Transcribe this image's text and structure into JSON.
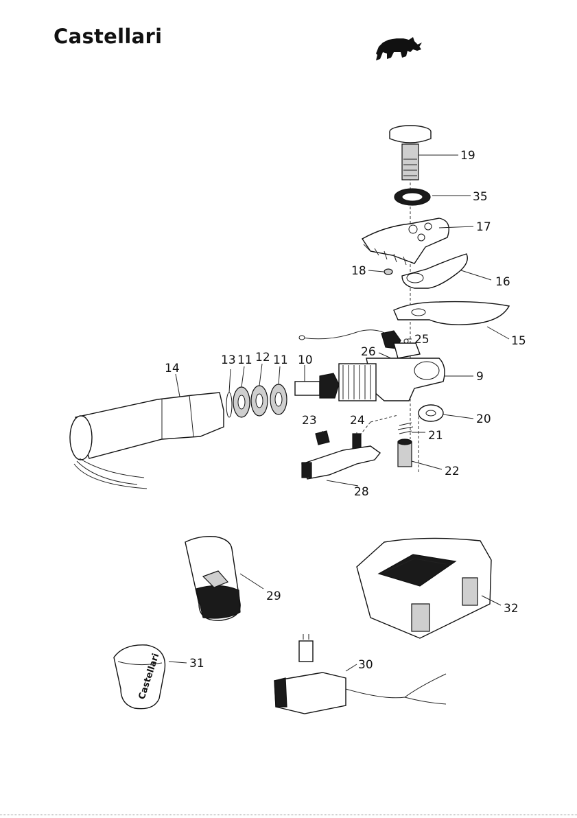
{
  "brand": {
    "name": "Castellari",
    "logo_icon": "rhino-logo-icon"
  },
  "case_brand_text": "Castellari",
  "callouts": [
    {
      "id": "19",
      "label": "19"
    },
    {
      "id": "35",
      "label": "35"
    },
    {
      "id": "17",
      "label": "17"
    },
    {
      "id": "18",
      "label": "18"
    },
    {
      "id": "16",
      "label": "16"
    },
    {
      "id": "15",
      "label": "15"
    },
    {
      "id": "25",
      "label": "25"
    },
    {
      "id": "26",
      "label": "26"
    },
    {
      "id": "9",
      "label": "9"
    },
    {
      "id": "10",
      "label": "10"
    },
    {
      "id": "11a",
      "label": "11"
    },
    {
      "id": "12",
      "label": "12"
    },
    {
      "id": "11b",
      "label": "11"
    },
    {
      "id": "13",
      "label": "13"
    },
    {
      "id": "14",
      "label": "14"
    },
    {
      "id": "20",
      "label": "20"
    },
    {
      "id": "21",
      "label": "21"
    },
    {
      "id": "22",
      "label": "22"
    },
    {
      "id": "23",
      "label": "23"
    },
    {
      "id": "24",
      "label": "24"
    },
    {
      "id": "28",
      "label": "28"
    },
    {
      "id": "29",
      "label": "29"
    },
    {
      "id": "32",
      "label": "32"
    },
    {
      "id": "31",
      "label": "31"
    },
    {
      "id": "30",
      "label": "30"
    }
  ]
}
